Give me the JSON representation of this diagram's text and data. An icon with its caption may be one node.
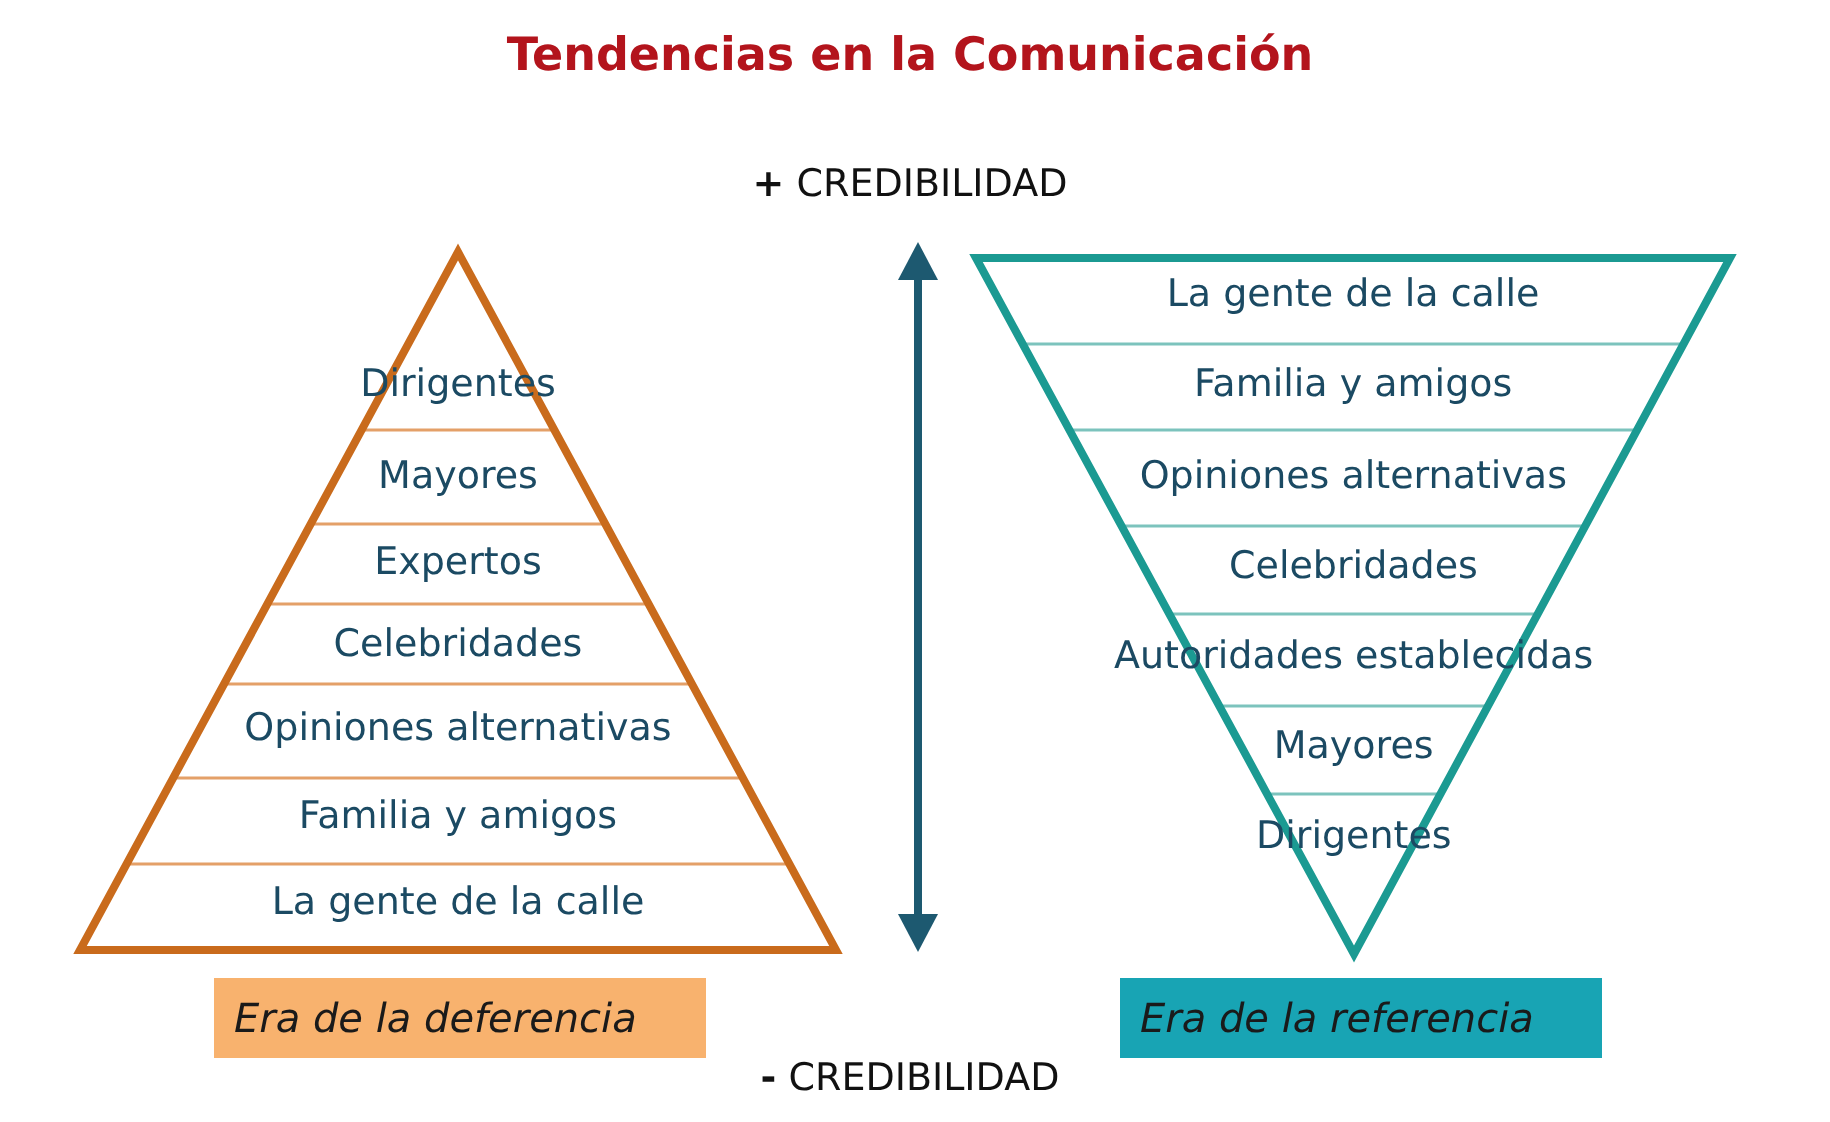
{
  "diagram": {
    "title": "Tendencias en la Comunicación",
    "nodes": [
      {
        "text": [],
        "shape": "triangle"
      },
      {
        "text": [
          "Dirigentes"
        ],
        "in": 0
      },
      {
        "text": [
          "Mayores"
        ],
        "in": 0
      },
      {
        "text": [
          "Expertos"
        ],
        "in": 0
      },
      {
        "text": [
          "Celebridades"
        ],
        "in": 0
      },
      {
        "text": [
          "Opiniones alternativas"
        ],
        "in": 0
      },
      {
        "text": [
          "Familia y amigos"
        ],
        "in": 0
      },
      {
        "text": [
          "La gente de la calle"
        ],
        "in": 0
      },
      {
        "text": [],
        "shape": "triangle"
      },
      {
        "text": [
          "La gente de la calle"
        ],
        "in": 8
      },
      {
        "text": [
          "Familia y amigos"
        ],
        "in": 8
      },
      {
        "text": [
          "Opiniones alternativas"
        ],
        "in": 8
      },
      {
        "text": [
          "Celebridades"
        ],
        "in": 8
      },
      {
        "text": [
          "Autoridades establecidas"
        ],
        "in": 8
      },
      {
        "text": [
          "Mayores"
        ],
        "in": 8
      },
      {
        "text": [
          "Dirigentes"
        ],
        "in": 8
      },
      {
        "text": [
          "Era de la deferencia"
        ]
      },
      {
        "text": [
          "Era de la referencia"
        ]
      }
    ],
    "labels": [
      "**+** CREDIBILIDAD",
      "**-** CREDIBILIDAD"
    ]
  }
}
